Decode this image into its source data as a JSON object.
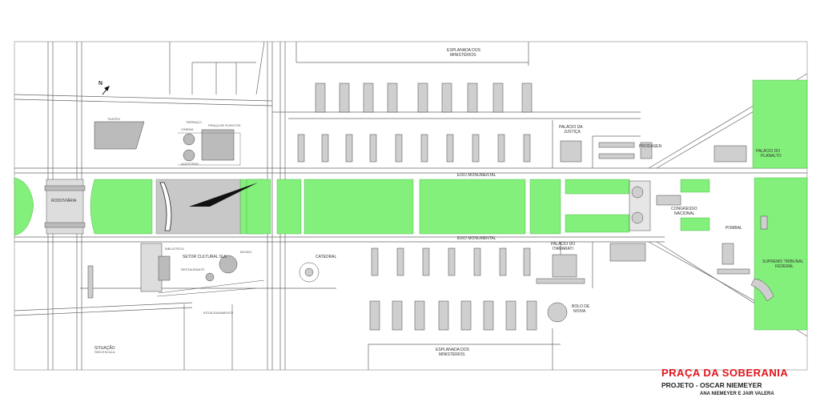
{
  "map": {
    "labels": {
      "esplanada_top": [
        "ESPLANADA DOS",
        "MINISTÉRIOS"
      ],
      "esplanada_bottom": [
        "ESPLANADA DOS",
        "MINISTÉRIOS"
      ],
      "eixo_top": "EIXO MONUMENTAL",
      "eixo_bottom": "EIXO MONUMENTAL",
      "rodoviaria": "RODOVIÁRIA",
      "catedral": "CATEDRAL",
      "setor_cultural": "SETOR CULTURAL SUL",
      "biblioteca": "BIBLIOTECA",
      "museu": "MUSEU",
      "restaurante": "RESTAURANTE",
      "estacionamento": "ESTACIONAMENTO",
      "teatro": "TEATRO",
      "praca_eventos": "PRAÇA DE EVENTOS",
      "cinema": "CINEMA",
      "auditorio": "AUDITÓRIO",
      "terraco": "TERRAÇO",
      "palacio_justica": [
        "PALÁCIO DA",
        "JUSTIÇA"
      ],
      "prodasen": "PRODASEN",
      "palacio_planalto": [
        "PALÁCIO DO",
        "PLANALTO"
      ],
      "congresso": [
        "CONGRESSO",
        "NACIONAL"
      ],
      "pombal": "POMBAL",
      "palacio_itamarati": [
        "PALÁCIO DO",
        "ITAMARATI"
      ],
      "bolo_noiva": [
        "BOLO DE",
        "NOIVA"
      ],
      "supremo": [
        "SUPREMO TRIBUNAL",
        "FEDERAL"
      ],
      "situacao": [
        "SITUAÇÃO",
        "SEM ESCALA"
      ],
      "north": "N"
    },
    "colors": {
      "green": "#82f07a",
      "building": "#cfcfcf",
      "line": "#555555",
      "plaza": "#c8c8c8",
      "title_red": "#e0141b"
    }
  },
  "title_block": {
    "title": "PRAÇA DA SOBERANIA",
    "subtitle": "PROJETO - OSCAR NIEMEYER",
    "authors": "ANA NIEMEYER E JAIR VALERA"
  }
}
